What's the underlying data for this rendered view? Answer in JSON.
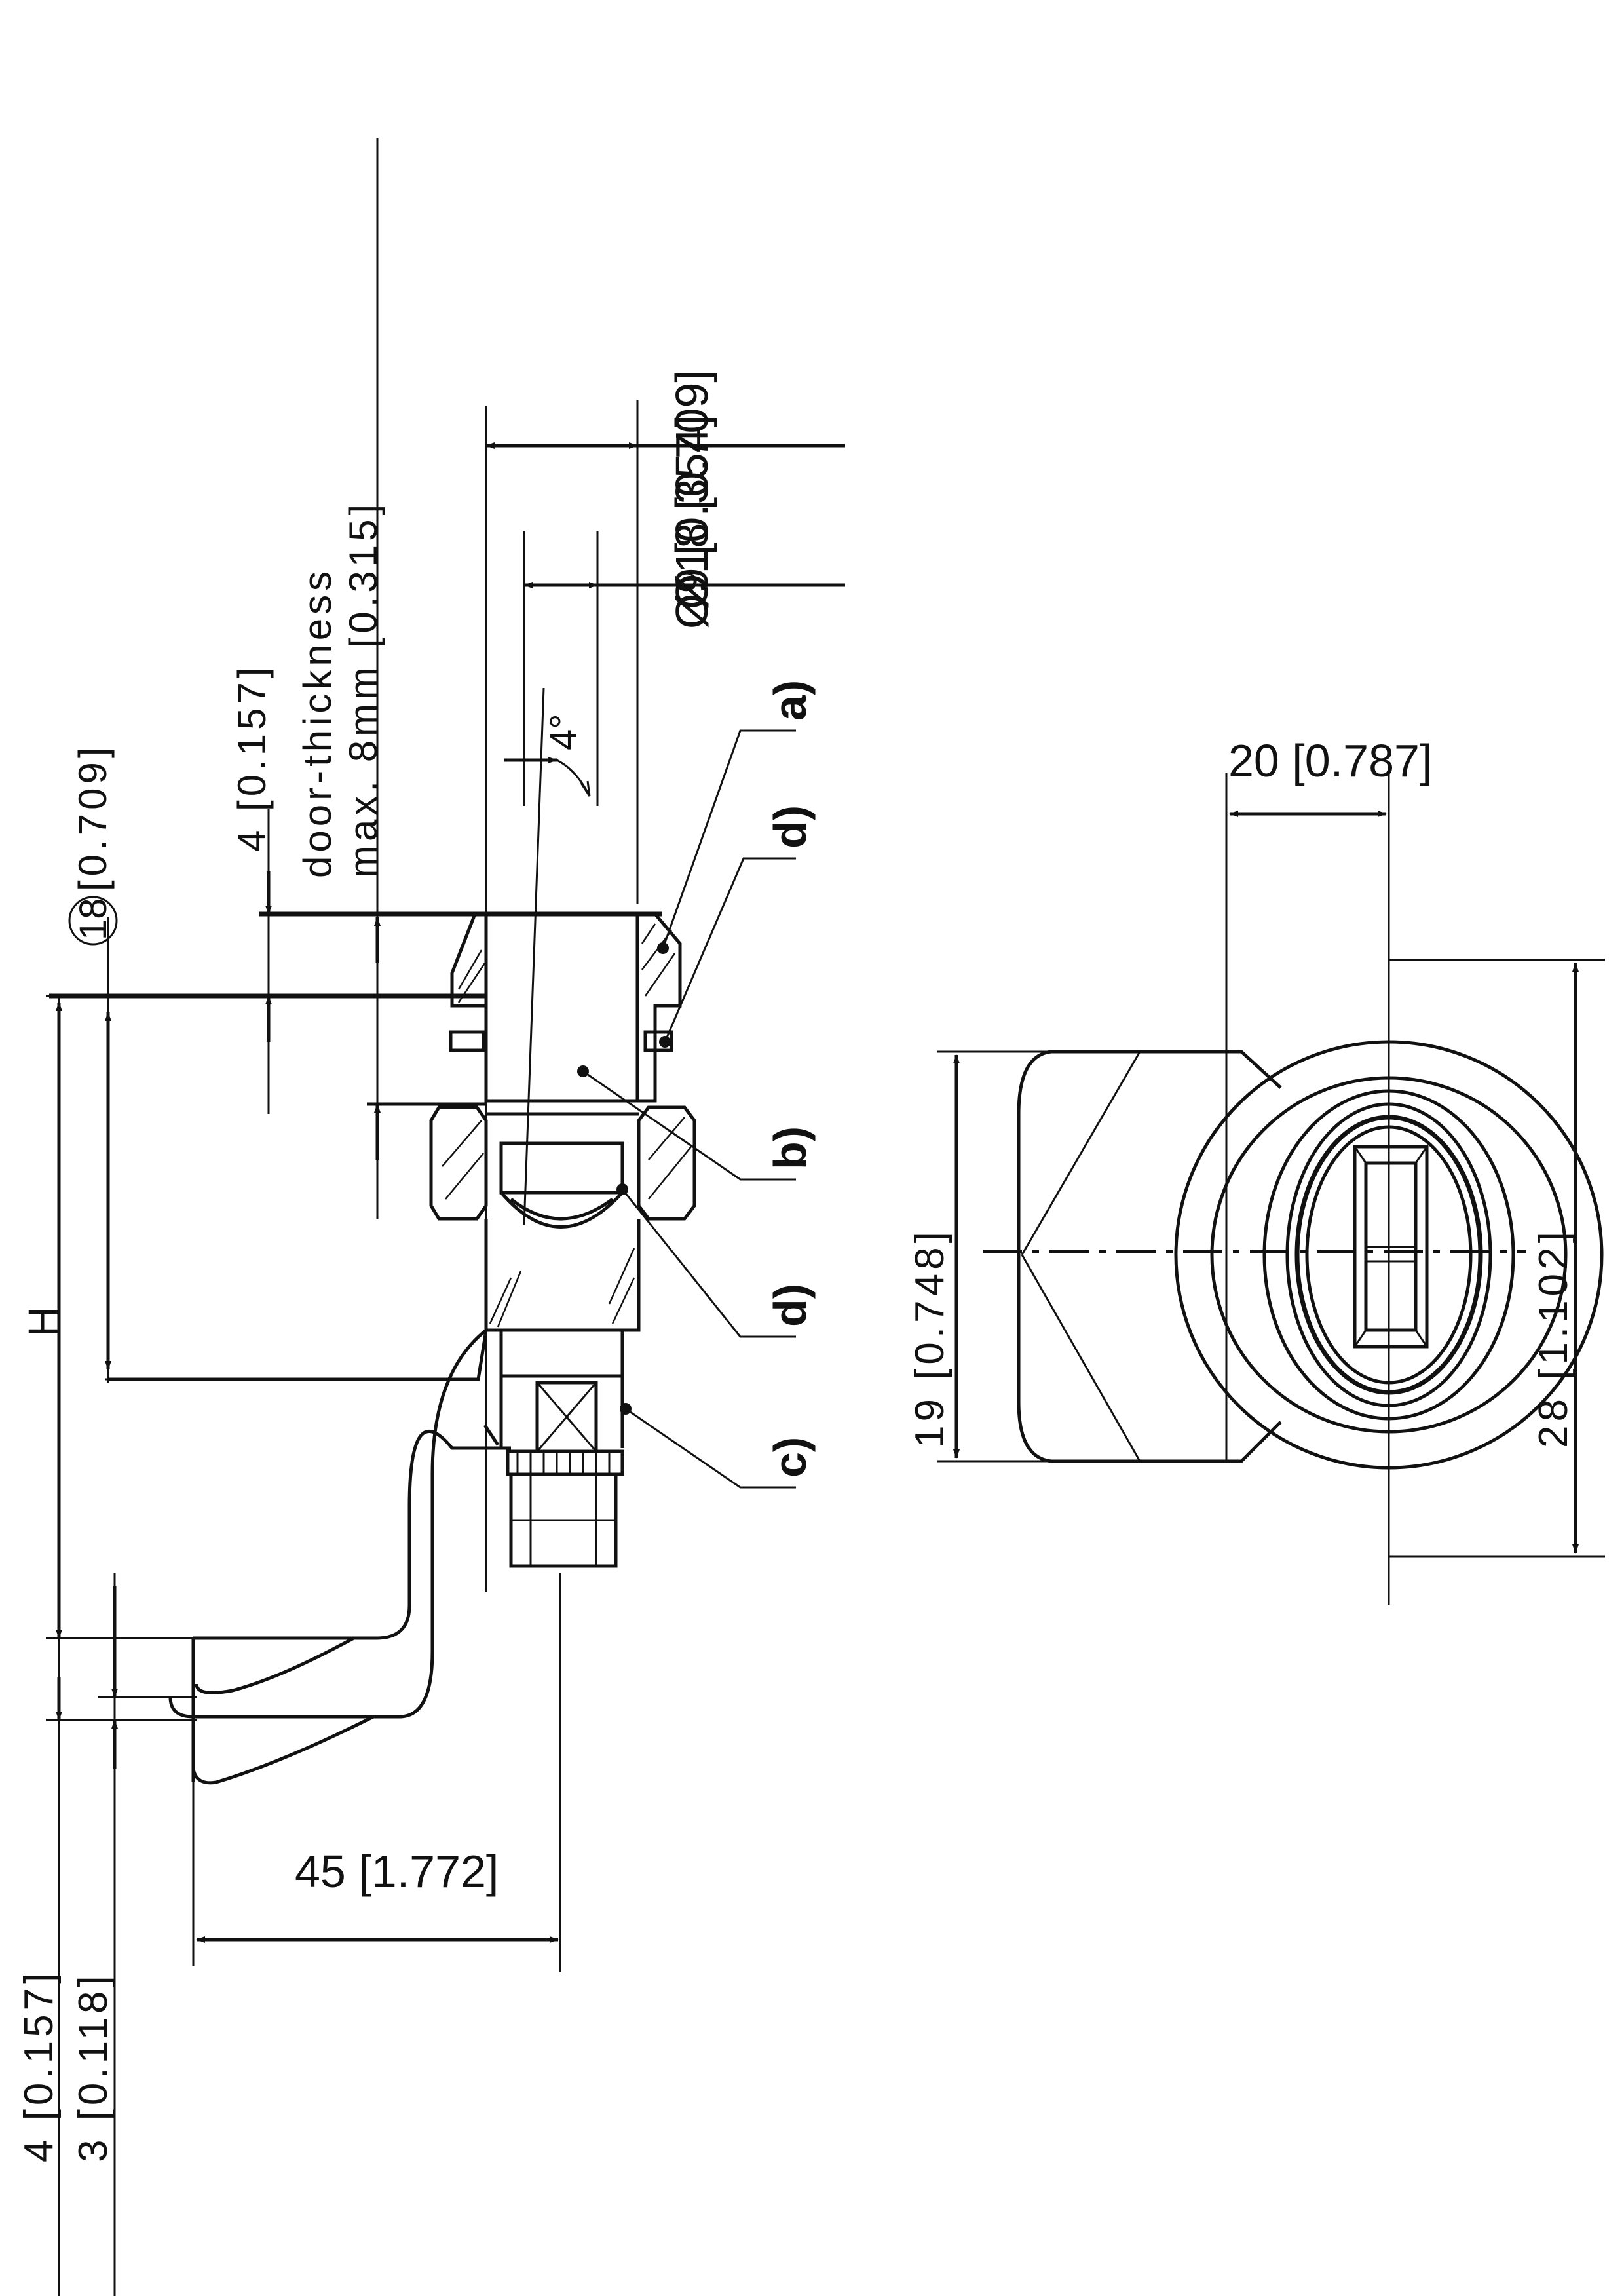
{
  "dimensions": {
    "dia18": "Ø18 [0.709]",
    "dia9": "Ø9 [0.354]",
    "angle": "4°",
    "door_dim": "4 [0.157]",
    "door_line1": "door-thickness",
    "door_line2": "max. 8mm [0.315]",
    "h18_circle": "18",
    "h18_rest": "[0.709]",
    "h_label": "H",
    "left_4": "4 [0.157]",
    "left_3": "3 [0.118]",
    "dim45": "45 [1.772]",
    "dim20": "20 [0.787]",
    "dim19": "19 [0.748]",
    "dim28": "28 [1.102]"
  },
  "callouts": [
    "a)",
    "d)",
    "b)",
    "d)",
    "c)"
  ],
  "colors": {
    "line": "#111111",
    "background": "#ffffff"
  }
}
